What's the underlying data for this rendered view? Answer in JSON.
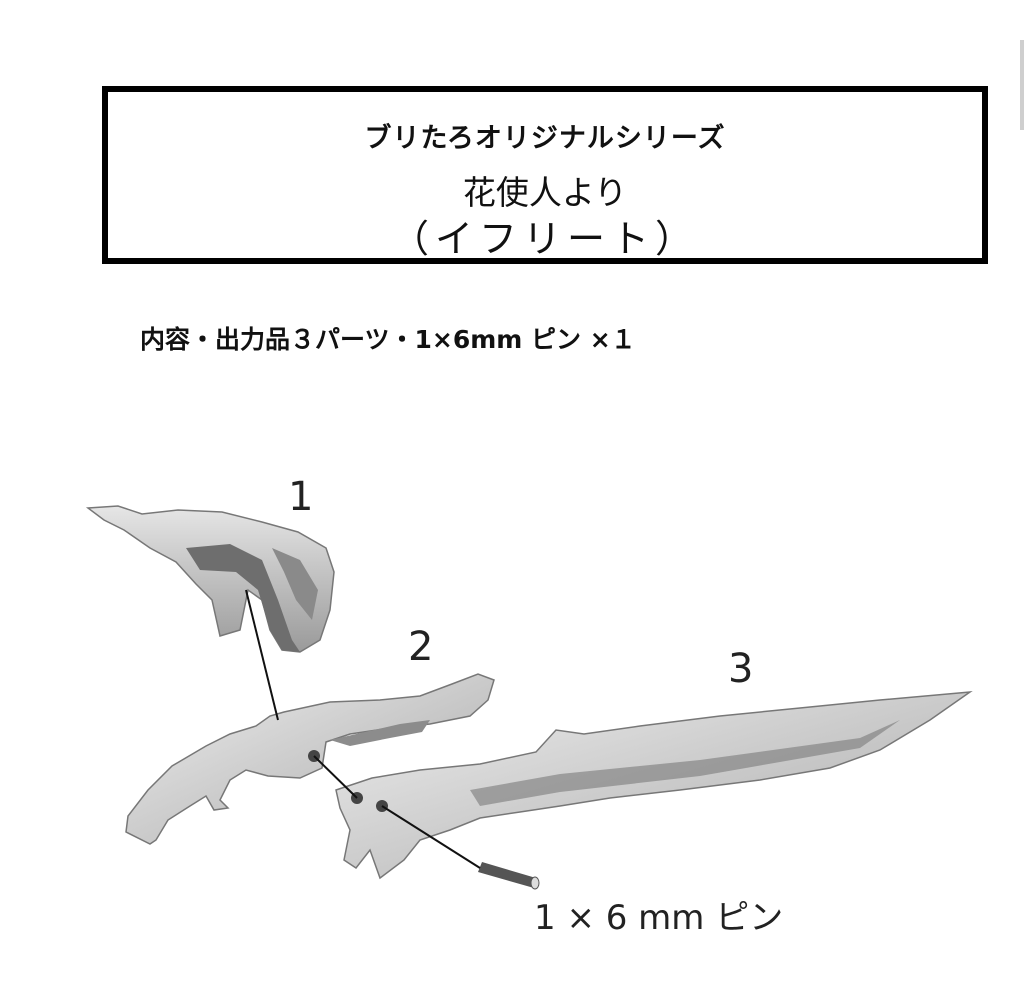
{
  "header": {
    "series": "ブリたろオリジナルシリーズ",
    "subtitle": "花使人より",
    "name": "（イフリート）"
  },
  "contents": "内容・出力品３パーツ・1×6mm ピン ×１",
  "parts": [
    {
      "label": "1"
    },
    {
      "label": "2"
    },
    {
      "label": "3"
    }
  ],
  "pin_label": "1 × 6 mm ピン"
}
